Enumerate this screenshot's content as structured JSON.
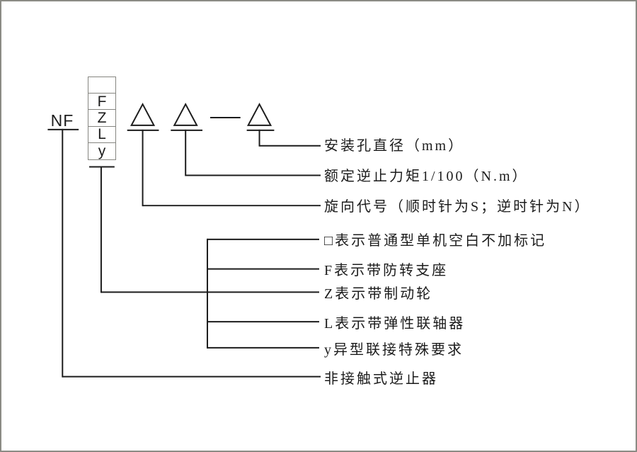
{
  "diagram": {
    "product_code_prefix": "NF",
    "code_box_cells": [
      "",
      "F",
      "Z",
      "L",
      "y"
    ],
    "size_labels": [
      {
        "id": "mounting-hole-diameter",
        "text": "安装孔直径（mm）"
      },
      {
        "id": "rated-backstop-torque",
        "text": "额定逆止力矩1/100（N.m）"
      },
      {
        "id": "rotation-direction-code",
        "text": "旋向代号（顺时针为S；逆时针为N）"
      }
    ],
    "variant_labels": [
      {
        "id": "variant-blank",
        "text": "□表示普通型单机空白不加标记"
      },
      {
        "id": "variant-f",
        "text": "F表示带防转支座"
      },
      {
        "id": "variant-z",
        "text": "Z表示带制动轮"
      },
      {
        "id": "variant-l",
        "text": "L表示带弹性联轴器"
      },
      {
        "id": "variant-y",
        "text": "y异型联接特殊要求"
      }
    ],
    "product_name_label": "非接触式逆止器",
    "line_color": "#1c1c1c",
    "box_border_color": "#858580",
    "frame_border_color": "#8b8b85"
  }
}
